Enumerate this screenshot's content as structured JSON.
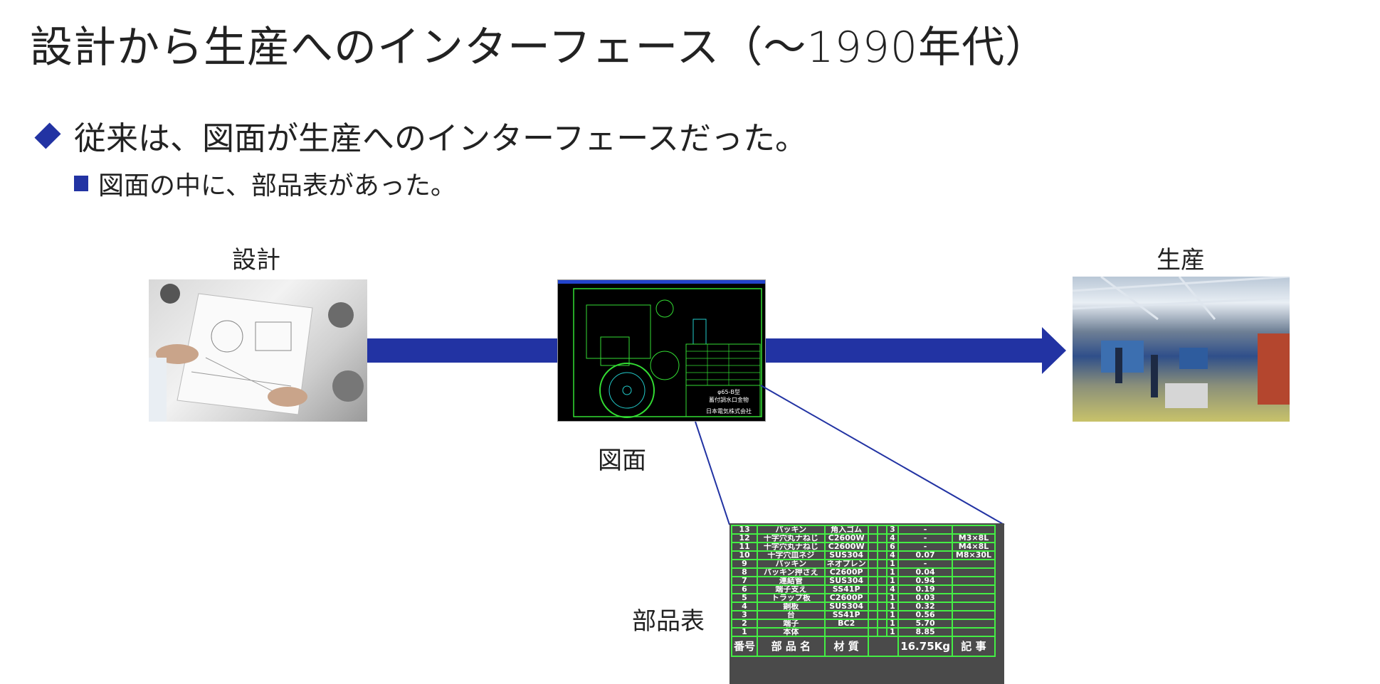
{
  "title": "設計から生産へのインターフェース（～1990年代）",
  "bullets": [
    {
      "text": "従来は、図面が生産へのインターフェースだった。"
    },
    {
      "text": "図面の中に、部品表があった。"
    }
  ],
  "labels": {
    "design": "設計",
    "drawing": "図面",
    "production": "生産",
    "bom": "部品表"
  },
  "drawing_texts": {
    "model": "φ65-B型",
    "product": "蓄付調水口金物",
    "company": "日本電気株式会社"
  },
  "colors": {
    "accent": "#2233a3",
    "cad_green": "#44ee44",
    "table_bg": "#4a4a4a"
  },
  "parts_table": {
    "rows": [
      {
        "no": "13",
        "name": "パッキン",
        "material": "角入ゴム",
        "qty": "3",
        "weight": "-",
        "note": ""
      },
      {
        "no": "12",
        "name": "十字穴丸ナねじ",
        "material": "C2600W",
        "qty": "4",
        "weight": "-",
        "note": "M3×8L"
      },
      {
        "no": "11",
        "name": "十字穴丸ナねじ",
        "material": "C2600W",
        "qty": "6",
        "weight": "-",
        "note": "M4×8L"
      },
      {
        "no": "10",
        "name": "十字穴皿ネジ",
        "material": "SUS304",
        "qty": "4",
        "weight": "0.07",
        "note": "M8×30L"
      },
      {
        "no": "9",
        "name": "パッキン",
        "material": "ネオプレン",
        "qty": "1",
        "weight": "-",
        "note": ""
      },
      {
        "no": "8",
        "name": "パッキン押さえ",
        "material": "C2600P",
        "qty": "1",
        "weight": "0.04",
        "note": ""
      },
      {
        "no": "7",
        "name": "連結管",
        "material": "SUS304",
        "qty": "1",
        "weight": "0.94",
        "note": ""
      },
      {
        "no": "6",
        "name": "端子支え",
        "material": "SS41P",
        "qty": "4",
        "weight": "0.19",
        "note": ""
      },
      {
        "no": "5",
        "name": "トラップ板",
        "material": "C2600P",
        "qty": "1",
        "weight": "0.03",
        "note": ""
      },
      {
        "no": "4",
        "name": "銅板",
        "material": "SUS304",
        "qty": "1",
        "weight": "0.32",
        "note": ""
      },
      {
        "no": "3",
        "name": "台",
        "material": "SS41P",
        "qty": "1",
        "weight": "0.56",
        "note": ""
      },
      {
        "no": "2",
        "name": "端子",
        "material": "BC2",
        "qty": "1",
        "weight": "5.70",
        "note": ""
      },
      {
        "no": "1",
        "name": "本体",
        "material": "",
        "qty": "1",
        "weight": "8.85",
        "note": ""
      }
    ],
    "header": {
      "no": "番号",
      "name": "部 品 名",
      "material": "材 質",
      "total_weight": "16.75Kg",
      "note": "記 事"
    }
  }
}
